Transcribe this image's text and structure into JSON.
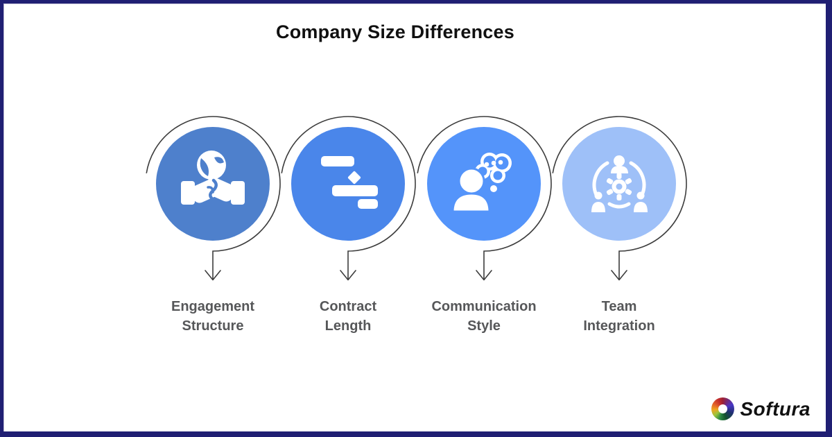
{
  "title": "Company Size Differences",
  "items": [
    {
      "label": "Engagement\nStructure",
      "icon": "handshake-globe-icon",
      "circle_color": "#4e80cc"
    },
    {
      "label": "Contract\nLength",
      "icon": "gantt-chart-icon",
      "circle_color": "#4a86ea"
    },
    {
      "label": "Communication\nStyle",
      "icon": "person-thought-icon",
      "circle_color": "#5494fa"
    },
    {
      "label": "Team\nIntegration",
      "icon": "team-gear-icon",
      "circle_color": "#9ec0f8"
    }
  ],
  "branding": {
    "logo_text": "Softura"
  },
  "colors": {
    "frame_border": "#201f73",
    "title_text": "#101010",
    "label_text": "#565759",
    "outline_stroke": "#3c3c3c",
    "circle_fills": [
      "#4e80cc",
      "#4a86ea",
      "#5494fa",
      "#9ec0f8"
    ]
  }
}
